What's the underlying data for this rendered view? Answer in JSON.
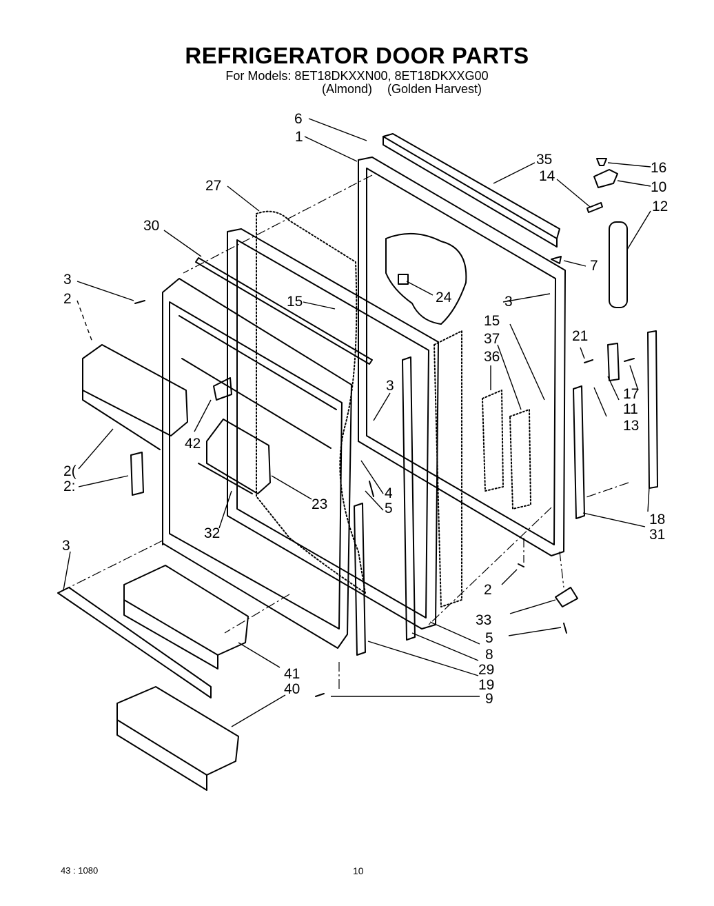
{
  "header": {
    "title": "REFRIGERATOR DOOR PARTS",
    "models_line": "For Models: 8ET18DKXXN00, 8ET18DKXXG00",
    "color_1": "(Almond)",
    "color_2": "(Golden Harvest)"
  },
  "callouts": [
    {
      "id": "c1",
      "text": "6"
    },
    {
      "id": "c2",
      "text": "1"
    },
    {
      "id": "c3",
      "text": "35"
    },
    {
      "id": "c4",
      "text": "14"
    },
    {
      "id": "c5",
      "text": "16"
    },
    {
      "id": "c6",
      "text": "10"
    },
    {
      "id": "c7",
      "text": "12"
    },
    {
      "id": "c8",
      "text": "27"
    },
    {
      "id": "c9",
      "text": "30"
    },
    {
      "id": "c10",
      "text": "7"
    },
    {
      "id": "c11",
      "text": "3"
    },
    {
      "id": "c12",
      "text": "2"
    },
    {
      "id": "c13",
      "text": "15"
    },
    {
      "id": "c14",
      "text": "24"
    },
    {
      "id": "c15",
      "text": "3"
    },
    {
      "id": "c16",
      "text": "15"
    },
    {
      "id": "c17",
      "text": "37"
    },
    {
      "id": "c18",
      "text": "36"
    },
    {
      "id": "c19",
      "text": "21"
    },
    {
      "id": "c20",
      "text": "17"
    },
    {
      "id": "c21",
      "text": "11"
    },
    {
      "id": "c22",
      "text": "13"
    },
    {
      "id": "c23",
      "text": "3"
    },
    {
      "id": "c24",
      "text": "42"
    },
    {
      "id": "c25",
      "text": "2("
    },
    {
      "id": "c26",
      "text": "2:"
    },
    {
      "id": "c27",
      "text": "4"
    },
    {
      "id": "c28",
      "text": "5"
    },
    {
      "id": "c29",
      "text": "23"
    },
    {
      "id": "c30",
      "text": "32"
    },
    {
      "id": "c31",
      "text": "18"
    },
    {
      "id": "c32",
      "text": "31"
    },
    {
      "id": "c33",
      "text": "3"
    },
    {
      "id": "c34",
      "text": "2"
    },
    {
      "id": "c35",
      "text": "33"
    },
    {
      "id": "c36",
      "text": "5"
    },
    {
      "id": "c37",
      "text": "8"
    },
    {
      "id": "c38",
      "text": "29"
    },
    {
      "id": "c39",
      "text": "19"
    },
    {
      "id": "c40",
      "text": "41"
    },
    {
      "id": "c41",
      "text": "40"
    },
    {
      "id": "c42",
      "text": "9"
    }
  ],
  "footer": {
    "left": "43 : 1080",
    "page": "10"
  },
  "colors": {
    "ink": "#000000",
    "paper": "#ffffff"
  }
}
